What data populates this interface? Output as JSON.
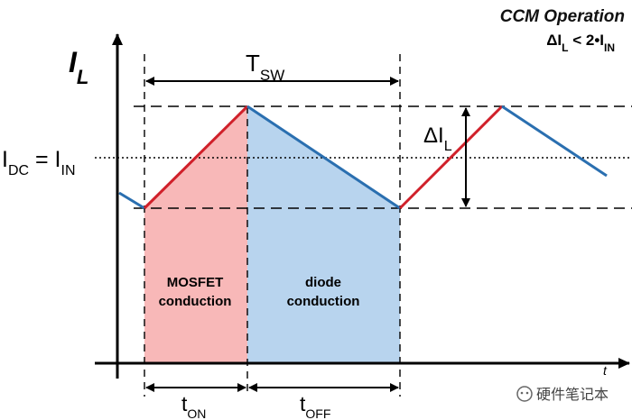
{
  "title": {
    "line1": "CCM Operation",
    "line2_prefix": "ΔI",
    "line2_sub1": "L",
    "line2_mid": " < 2•I",
    "line2_sub2": "IN"
  },
  "y_axis": {
    "main": "I",
    "sub": "L"
  },
  "t_sw": {
    "main": "T",
    "sub": "SW"
  },
  "delta_il": {
    "main": "ΔI",
    "sub": "L"
  },
  "idc": {
    "p1": "I",
    "s1": "DC",
    "p2": " = I",
    "s2": "IN"
  },
  "t_on": {
    "main": "t",
    "sub": "ON"
  },
  "t_off": {
    "main": "t",
    "sub": "OFF"
  },
  "regions": {
    "mosfet_line1": "MOSFET",
    "mosfet_line2": "conduction",
    "diode_line1": "diode",
    "diode_line2": "conduction"
  },
  "x_axis_tail": "t",
  "watermark": "硬件笔记本",
  "colors": {
    "rise": "#d0202a",
    "fall": "#2a6fb0",
    "mosfet_fill": "#f8b8b8",
    "diode_fill": "#b8d4ee"
  }
}
